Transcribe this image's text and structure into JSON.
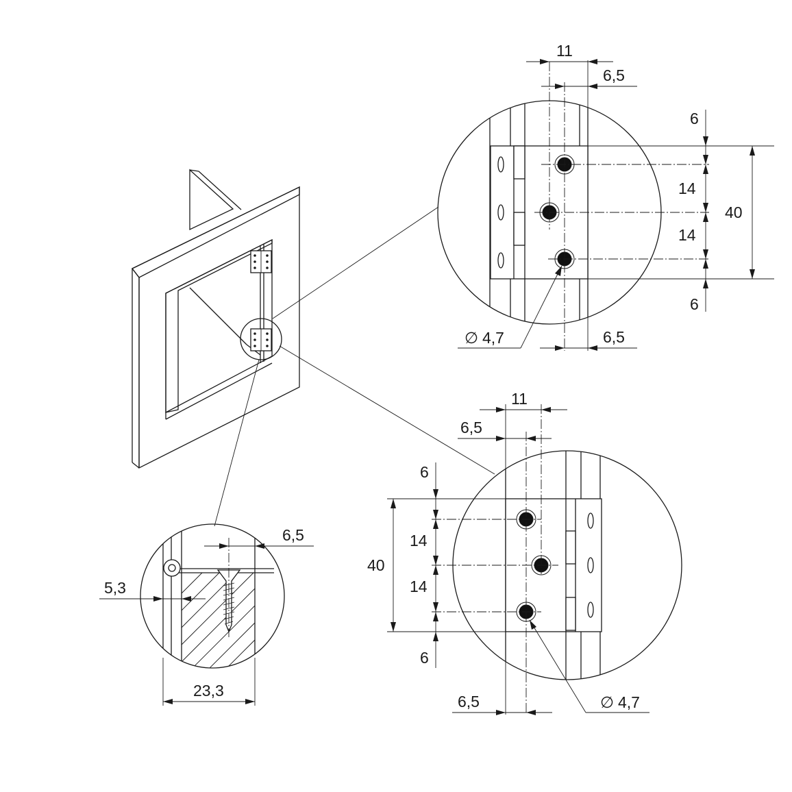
{
  "drawing": {
    "colors": {
      "line": "#1a1a1a",
      "background": "#ffffff",
      "hole": "#111111"
    },
    "detail_top": {
      "width_11": "11",
      "offset_6_5_top": "6,5",
      "margin_top_6": "6",
      "spacing_14_a": "14",
      "spacing_14_b": "14",
      "height_40": "40",
      "margin_bottom_6": "6",
      "hole_diameter": "4,7",
      "offset_6_5_bottom": "6,5"
    },
    "detail_bottom": {
      "width_11": "11",
      "offset_6_5_top": "6,5",
      "margin_top_6": "6",
      "spacing_14_a": "14",
      "spacing_14_b": "14",
      "height_40": "40",
      "margin_bottom_6": "6",
      "offset_6_5_bottom": "6,5",
      "hole_diameter": "4,7"
    },
    "detail_section": {
      "offset_6_5": "6,5",
      "gap_5_3": "5,3",
      "depth_23_3": "23,3"
    },
    "diameter_symbol": "∅"
  }
}
